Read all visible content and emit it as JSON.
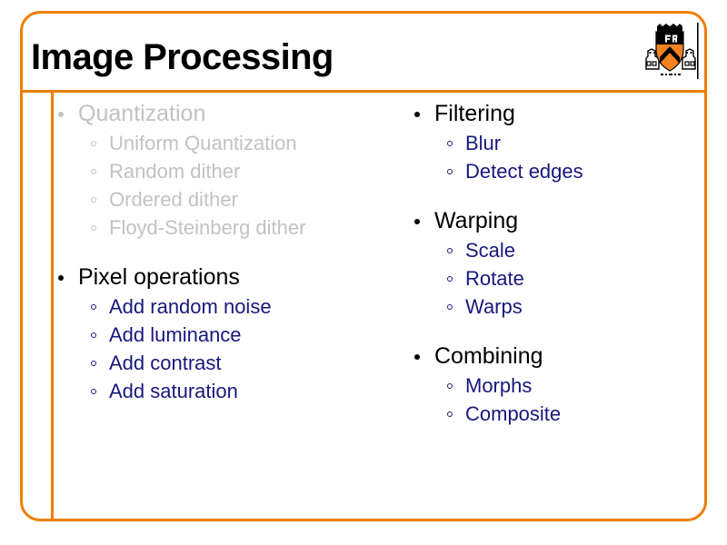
{
  "slide": {
    "title": "Image Processing",
    "logo_name": "princeton-shield-logo",
    "accent_color": "#ef7d00",
    "body_text_color": "#18187c",
    "heading_text_color": "#000000",
    "dim_text_color": "#c2c2c2"
  },
  "columns": {
    "left": [
      {
        "heading": "Quantization",
        "state": "dimmed",
        "items": [
          "Uniform Quantization",
          "Random dither",
          "Ordered dither",
          "Floyd-Steinberg dither"
        ]
      },
      {
        "heading": "Pixel operations",
        "state": "active",
        "items": [
          "Add random noise",
          "Add luminance",
          "Add contrast",
          "Add saturation"
        ]
      }
    ],
    "right": [
      {
        "heading": "Filtering",
        "state": "active",
        "items": [
          "Blur",
          "Detect edges"
        ]
      },
      {
        "heading": "Warping",
        "state": "active",
        "items": [
          "Scale",
          "Rotate",
          "Warps"
        ]
      },
      {
        "heading": "Combining",
        "state": "active",
        "items": [
          "Morphs",
          "Composite"
        ]
      }
    ]
  }
}
